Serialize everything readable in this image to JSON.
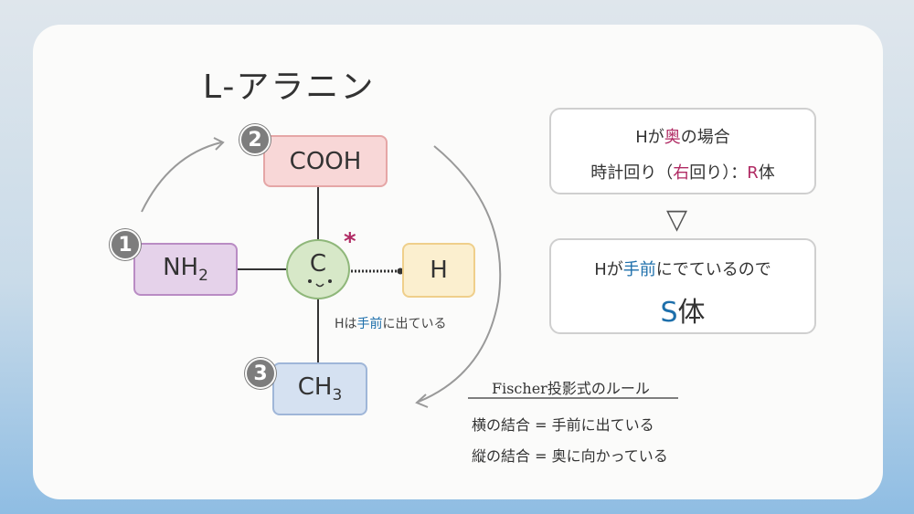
{
  "title": "L-アラニン",
  "groups": {
    "cooh": {
      "rank": "2",
      "label": "COOH"
    },
    "nh2": {
      "rank": "1",
      "label_main": "NH",
      "label_sub": "2"
    },
    "ch3": {
      "rank": "3",
      "label_main": "CH",
      "label_sub": "3"
    },
    "h": {
      "label": "H"
    },
    "center": {
      "label": "C",
      "chiral_mark": "*"
    }
  },
  "h_note": {
    "pre": "Hは",
    "highlight": "手前",
    "post": "に出ている"
  },
  "panel_top": {
    "line1": {
      "pre": "Hが",
      "highlight": "奥",
      "post": "の場合"
    },
    "line2": {
      "pre": "時計回り（",
      "highlight": "右",
      "mid": "回り）：",
      "highlight2": "R",
      "post": "体"
    }
  },
  "arrow_glyph": "▽",
  "panel_bottom": {
    "line1": {
      "pre": "Hが",
      "highlight": "手前",
      "post": "にでているので"
    },
    "result_highlight": "S",
    "result_post": "体"
  },
  "rules": {
    "heading": "Fischer投影式のルール",
    "horizontal": "横の結合 = 手前に出ている",
    "vertical": "縦の結合 = 奥に向かっている"
  },
  "colors": {
    "pink": "#b02a63",
    "blue": "#1d6fab",
    "cooh_fill": "#f8d7d7",
    "nh2_fill": "#e5d2ea",
    "ch3_fill": "#d5e1f1",
    "h_fill": "#fbefcf",
    "center_fill": "#d7e8c8"
  }
}
